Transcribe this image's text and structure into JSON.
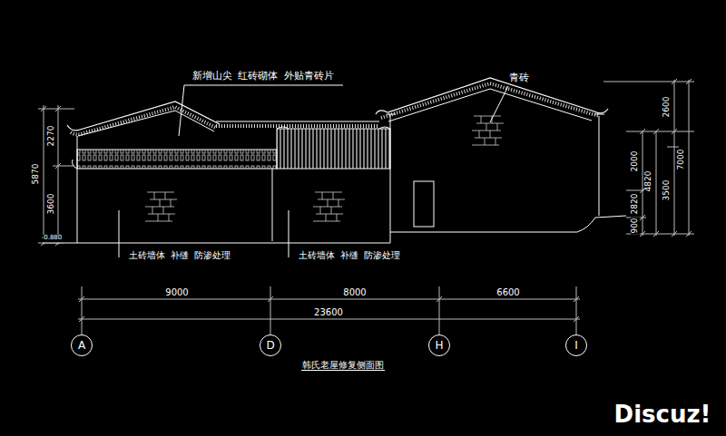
{
  "diagram": {
    "title": "韩氏老屋修复侧面图",
    "nodes": [
      {
        "text": [
          "A"
        ]
      },
      {
        "text": [
          "D"
        ]
      },
      {
        "text": [
          "H"
        ]
      },
      {
        "text": [
          "I"
        ]
      }
    ],
    "labels": [
      "新增山尖  红砖砌体  外贴青砖片",
      "青砖",
      "2270",
      "5870",
      "3600",
      "-0.880",
      "2600",
      "7000",
      "2000",
      "4820",
      "3500",
      "2820",
      "900",
      "土砖墙体  补缝  防渗处理",
      "土砖墙体  补缝  防渗处理",
      "9000",
      "8000",
      "6600",
      "23600",
      "Discuz!"
    ]
  }
}
